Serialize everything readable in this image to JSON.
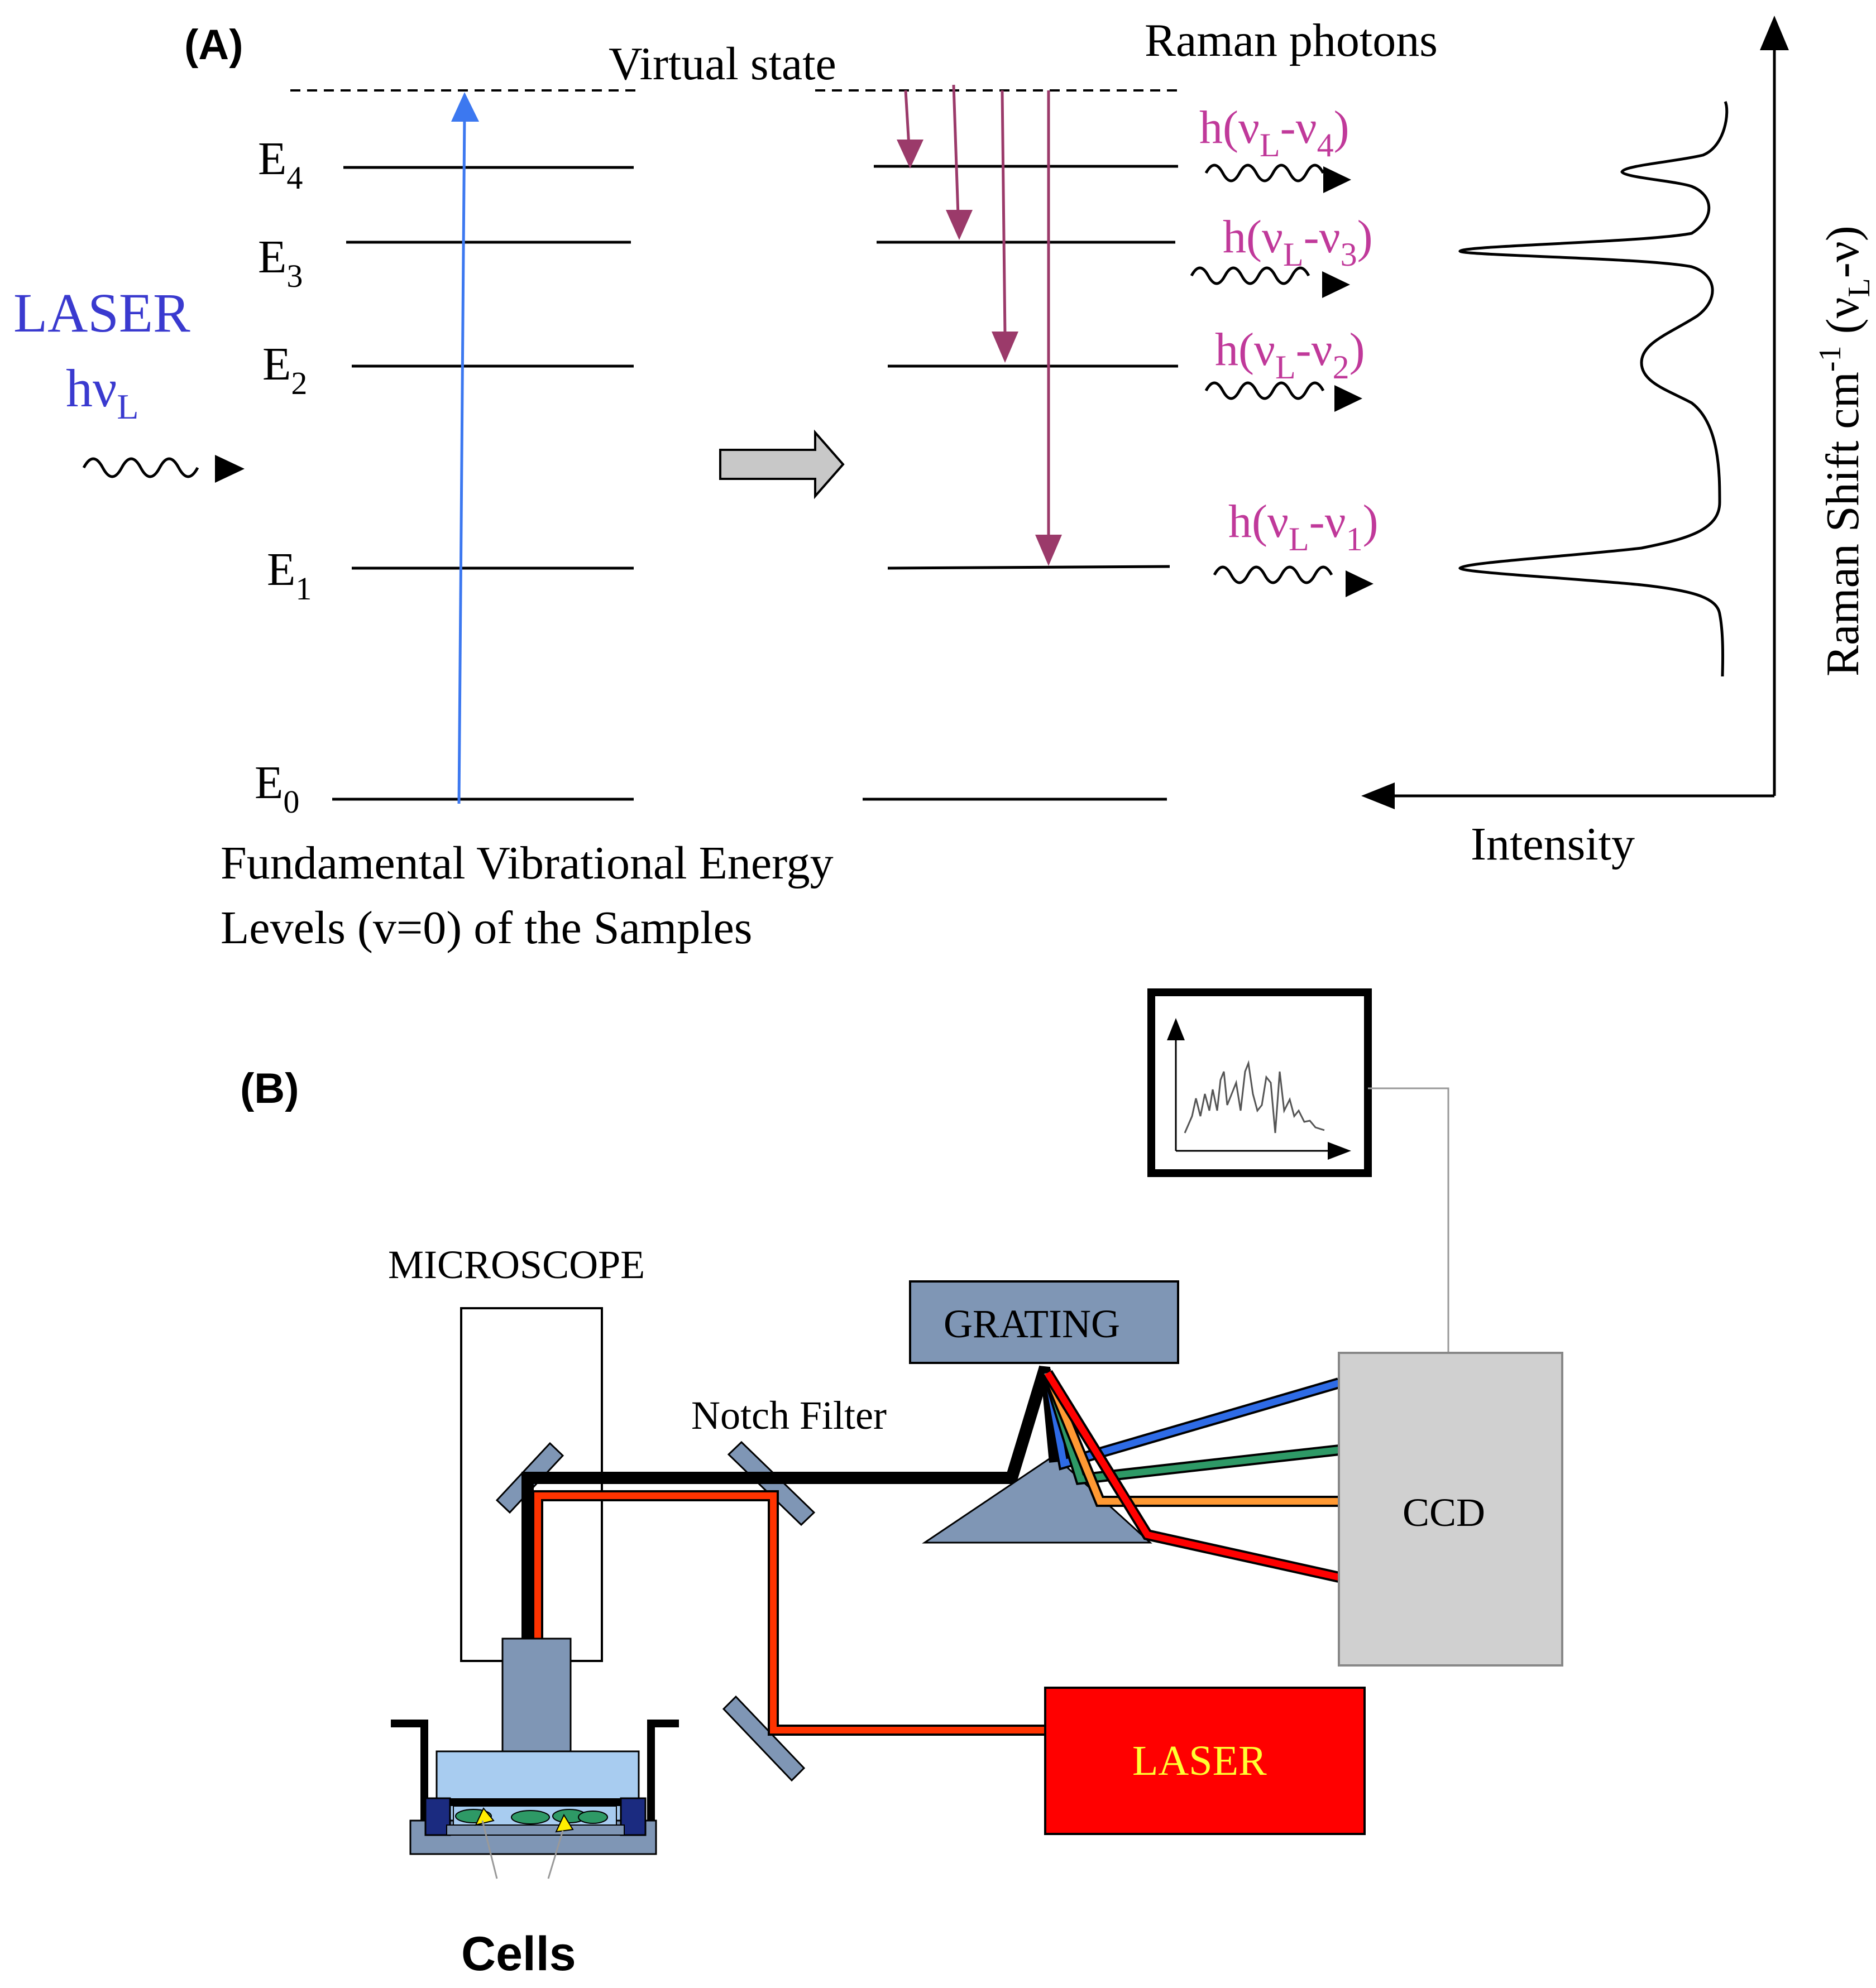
{
  "panel_a": {
    "label": "(A)",
    "virtual_state": "Virtual state",
    "raman_photons": "Raman photons",
    "laser_word": "LASER",
    "laser_h": "hν",
    "laser_sub": "L",
    "levels": [
      {
        "main": "E",
        "sub": "4"
      },
      {
        "main": "E",
        "sub": "3"
      },
      {
        "main": "E",
        "sub": "2"
      },
      {
        "main": "E",
        "sub": "1"
      },
      {
        "main": "E",
        "sub": "0"
      }
    ],
    "photons": [
      {
        "pre": "h(ν",
        "sub1": "L",
        "mid": "-ν",
        "sub2": "4",
        "post": ")"
      },
      {
        "pre": "h(ν",
        "sub1": "L",
        "mid": "-ν",
        "sub2": "3",
        "post": ")"
      },
      {
        "pre": "h(ν",
        "sub1": "L",
        "mid": "-ν",
        "sub2": "2",
        "post": ")"
      },
      {
        "pre": "h(ν",
        "sub1": "L",
        "mid": "-ν",
        "sub2": "1",
        "post": ")"
      }
    ],
    "fundamental_line1": "Fundamental Vibrational Energy",
    "fundamental_line2": "Levels (v=0) of the Samples",
    "y_axis": {
      "pre": "Raman Shift cm",
      "sup": "-1",
      "mid": " (ν",
      "sub": "L",
      "post": "-ν)"
    },
    "x_axis": "Intensity"
  },
  "panel_b": {
    "label": "(B)",
    "microscope": "MICROSCOPE",
    "notch_filter": "Notch Filter",
    "grating": "GRATING",
    "ccd": "CCD",
    "laser": "LASER",
    "cells": "Cells"
  },
  "colors": {
    "laser_text": "#3A3ACF",
    "photon_text": "#C0399A",
    "excitation_arrow": "#3C78F0",
    "emission_arrow": "#9B3A6A",
    "grating_fill": "#7F96B5",
    "ccd_fill": "#D0D0D0",
    "laser_box": "#FF0000",
    "laser_label": "#FFFF33",
    "beam_red": "#FF3300",
    "ray_blue": "#2E6BE6",
    "ray_green": "#2E9966",
    "ray_orange": "#FF9933",
    "ray_red": "#FF0000"
  }
}
